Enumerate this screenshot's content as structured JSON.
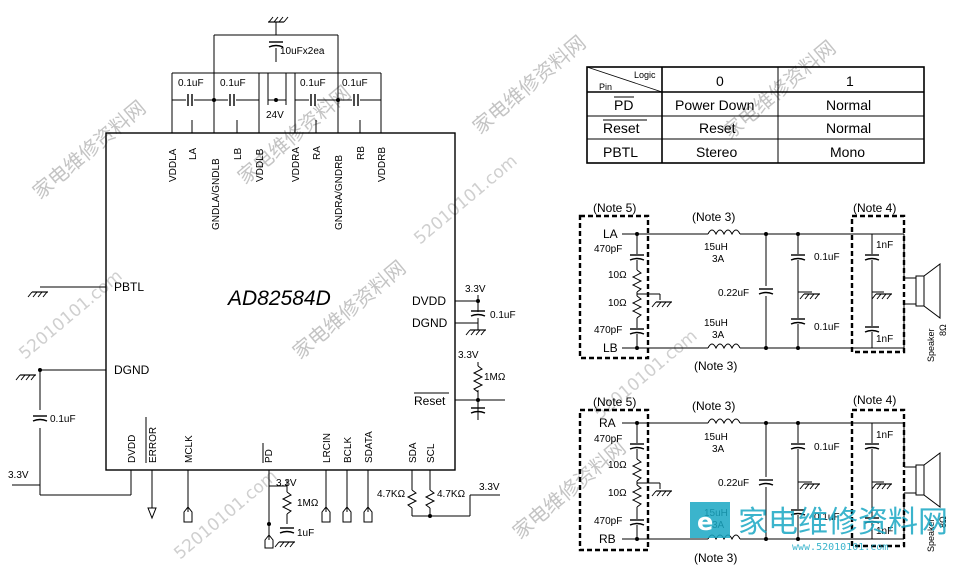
{
  "chip": {
    "name": "AD82584D",
    "top_pins": [
      "VDDLA",
      "LA",
      "GNDLA/GNDLB",
      "LB",
      "VDDLB",
      "VDDRA",
      "RA",
      "GNDRA/GNDRB",
      "RB",
      "VDDRB"
    ],
    "left_pins": [
      "PBTL",
      "DGND"
    ],
    "right_pins": [
      "DVDD",
      "DGND",
      "Reset"
    ],
    "bottom_pins": [
      "DVDD",
      "ERROR",
      "MCLK",
      "PD",
      "LRCIN",
      "BCLK",
      "SDATA",
      "SDA",
      "SCL"
    ]
  },
  "components": {
    "cap_bulk": "10uFx2ea",
    "cap_01": "0.1uF",
    "supply_24v": "24V",
    "supply_33v": "3.3V",
    "res_1m": "1MΩ",
    "res_47k": "4.7KΩ",
    "cap_1uf": "1uF"
  },
  "logic_table": {
    "corner_top": "Logic",
    "corner_bottom": "Pin",
    "headers": [
      "0",
      "1"
    ],
    "rows": [
      {
        "pin": "PD",
        "v0": "Power Down",
        "v1": "Normal"
      },
      {
        "pin": "Reset",
        "v0": "Reset",
        "v1": "Normal"
      },
      {
        "pin": "PBTL",
        "v0": "Stereo",
        "v1": "Mono"
      }
    ]
  },
  "filters": {
    "note5": "(Note 5)",
    "note3": "(Note 3)",
    "note4": "(Note 4)",
    "top_in": "LA",
    "bottom_in": "LB",
    "top_in2": "RA",
    "bottom_in2": "RB",
    "c470": "470pF",
    "r10": "10Ω",
    "inductor": "15uH",
    "current": "3A",
    "c022": "0.22uF",
    "c01": "0.1uF",
    "c1n": "1nF",
    "speaker": "Speaker",
    "ohm8": "8Ω"
  },
  "watermark": {
    "text_cn": "家电维修资料网",
    "text_num": "52010101.com",
    "logo_cn": "家电维修资料网",
    "logo_url": "www.52010101.com"
  },
  "colors": {
    "logo": "#1aa8c4",
    "watermark": "#c4c4c4"
  }
}
